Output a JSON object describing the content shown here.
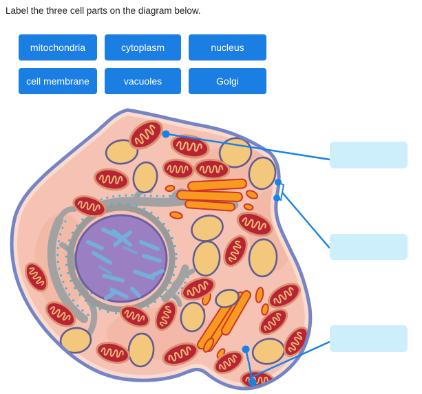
{
  "title": "Label the three cell parts on the diagram below.",
  "word_bank": {
    "options": [
      {
        "label": "mitochondria"
      },
      {
        "label": "cytoplasm"
      },
      {
        "label": "nucleus"
      },
      {
        "label": "cell membrane"
      },
      {
        "label": "vacuoles"
      },
      {
        "label": "Golgi"
      }
    ]
  },
  "answer_slots": [
    {
      "value": ""
    },
    {
      "value": ""
    },
    {
      "value": ""
    }
  ],
  "annotations": [
    {
      "slot": 1,
      "marker": "dot-in-cytoplasm"
    },
    {
      "slot": 2,
      "marker": "bracket-on-cell-membrane"
    },
    {
      "slot": 3,
      "marker": "two-dots-on-mitochondria"
    }
  ],
  "colors": {
    "btn-blue": "#1b7ee2",
    "line-blue": "#1583e9",
    "slot-bg": "#cdeefb",
    "membrane": "#7584c5",
    "cyto": "#f6c2b3",
    "cyto-rim": "#fadbcf",
    "cyto-shade": "#eda08a",
    "mito-red": "#b92335",
    "mito-rim": "#d9926d",
    "mito-cristae": "#e8bc72",
    "vac-fill": "#f3c87d",
    "vac-stroke": "#615c90",
    "golgi": "#f79a1f",
    "golgi-stroke": "#d03426",
    "er": "#a2a2a2",
    "ribosome": "#35b3e8",
    "nuc": "#9b7fc3",
    "nuc-stroke": "#6b5fa2",
    "nuc-ring": "#9a9a9a",
    "chromatin": "#74aed9"
  }
}
